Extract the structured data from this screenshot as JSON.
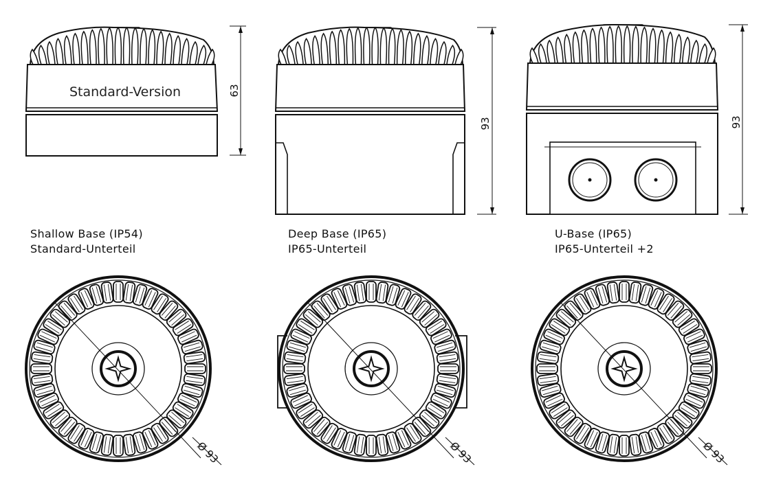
{
  "variants": [
    {
      "id": "shallow",
      "caption_line1": "Shallow Base (IP54)",
      "caption_line2": "Standard-Unterteil",
      "height_dim": "63",
      "diameter_dim": "Ø 93",
      "body_label": "Standard-Version"
    },
    {
      "id": "deep",
      "caption_line1": "Deep Base (IP65)",
      "caption_line2": "IP65-Unterteil",
      "height_dim": "93",
      "diameter_dim": "Ø 93"
    },
    {
      "id": "ubase",
      "caption_line1": "U-Base (IP65)",
      "caption_line2": "IP65-Unterteil +2",
      "height_dim": "93",
      "diameter_dim": "Ø 93"
    }
  ]
}
